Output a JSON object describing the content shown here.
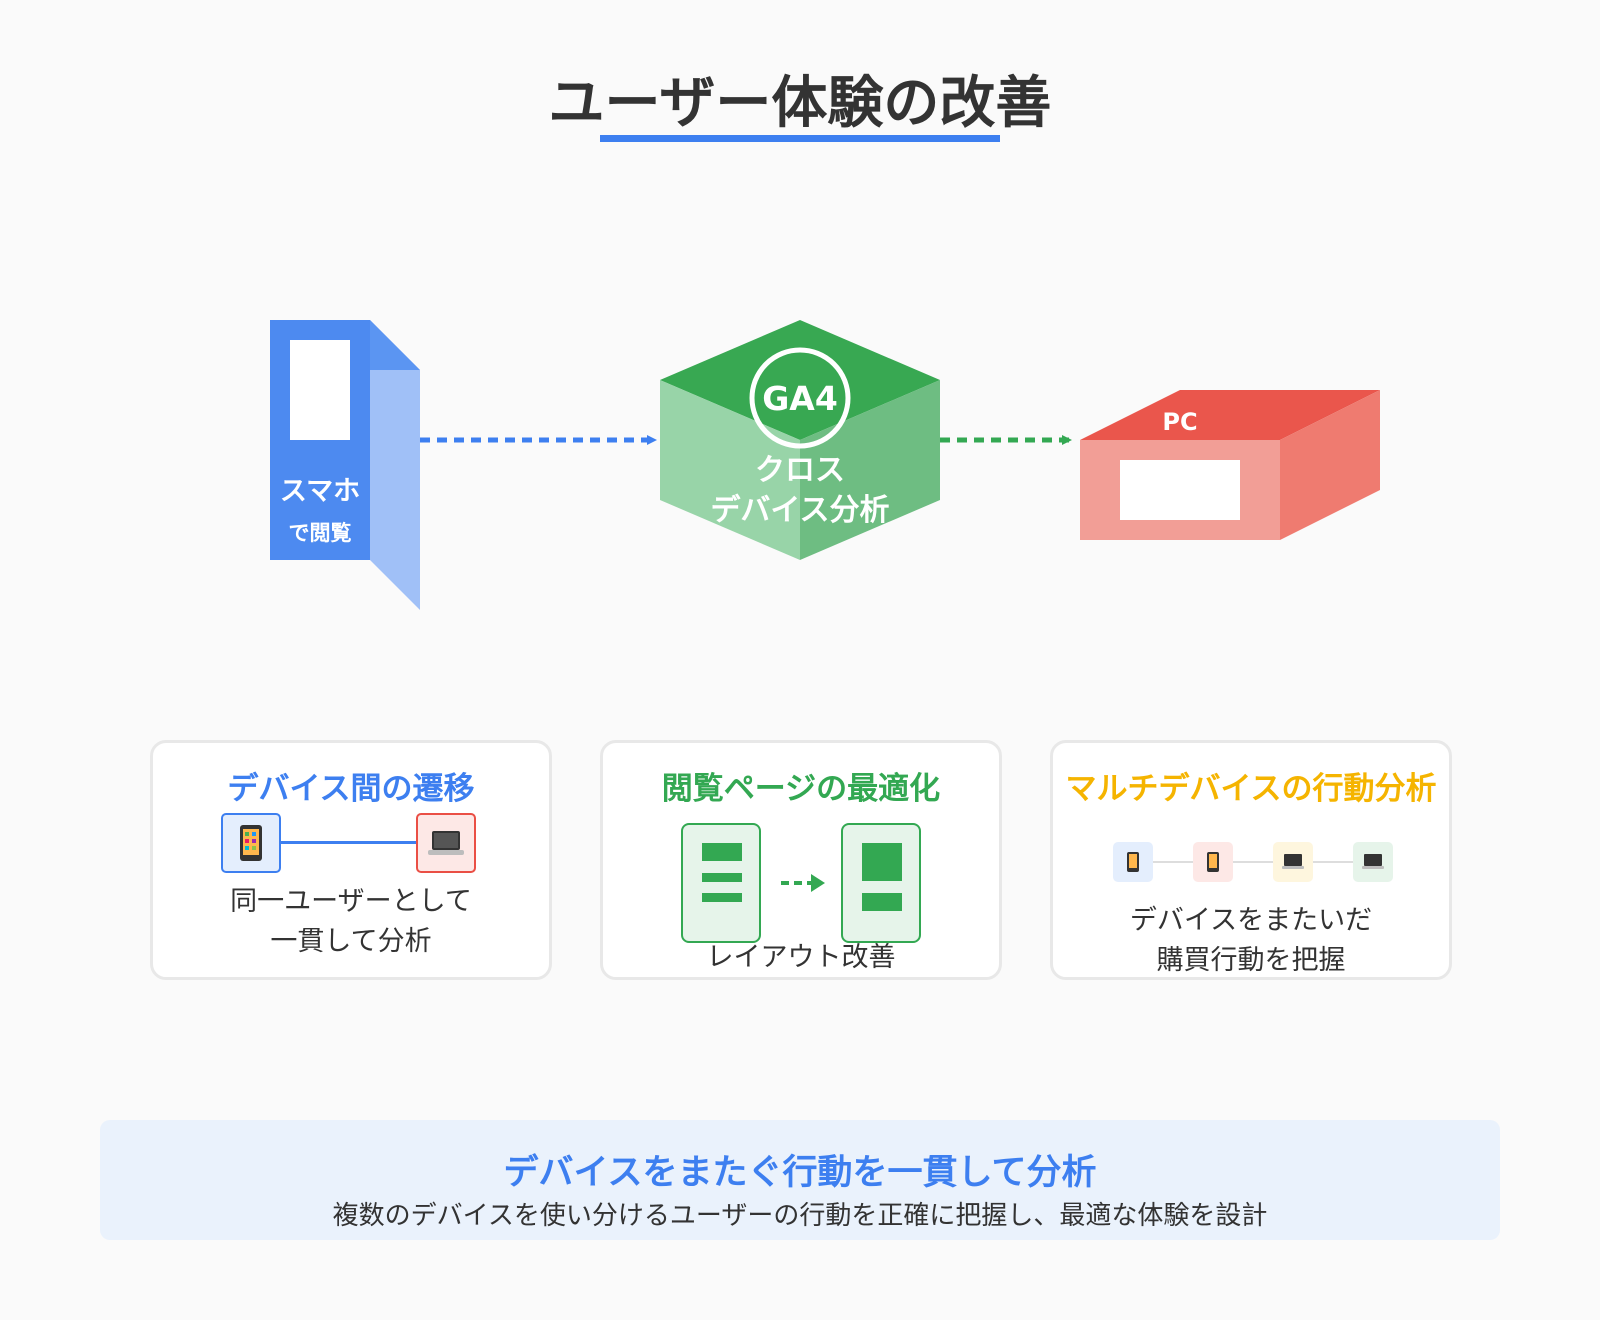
{
  "title": "ユーザー体験の改善",
  "diagram": {
    "smartphone_line1": "スマホ",
    "smartphone_line2": "で閲覧",
    "ga4_label": "GA4",
    "ga4_line1": "クロス",
    "ga4_line2": "デバイス分析",
    "pc_label": "PC"
  },
  "cards": [
    {
      "title": "デバイス間の遷移",
      "text_line1": "同一ユーザーとして",
      "text_line2": "一貫して分析",
      "icons": [
        "phone-icon",
        "laptop-icon"
      ]
    },
    {
      "title": "閲覧ページの最適化",
      "text_line1": "レイアウト改善"
    },
    {
      "title": "マルチデバイスの行動分析",
      "text_line1": "デバイスをまたいだ",
      "text_line2": "購買行動を把握",
      "icons": [
        "phone-icon",
        "phone-icon",
        "laptop-icon",
        "laptop-icon"
      ]
    }
  ],
  "footer": {
    "title": "デバイスをまたぐ行動を一貫して分析",
    "subtitle": "複数のデバイスを使い分けるユーザーの行動を正確に把握し、最適な体験を設計"
  },
  "colors": {
    "blue": "#3d7ff0",
    "green": "#33a852",
    "red": "#ea4f45",
    "orange": "#f5b400"
  }
}
